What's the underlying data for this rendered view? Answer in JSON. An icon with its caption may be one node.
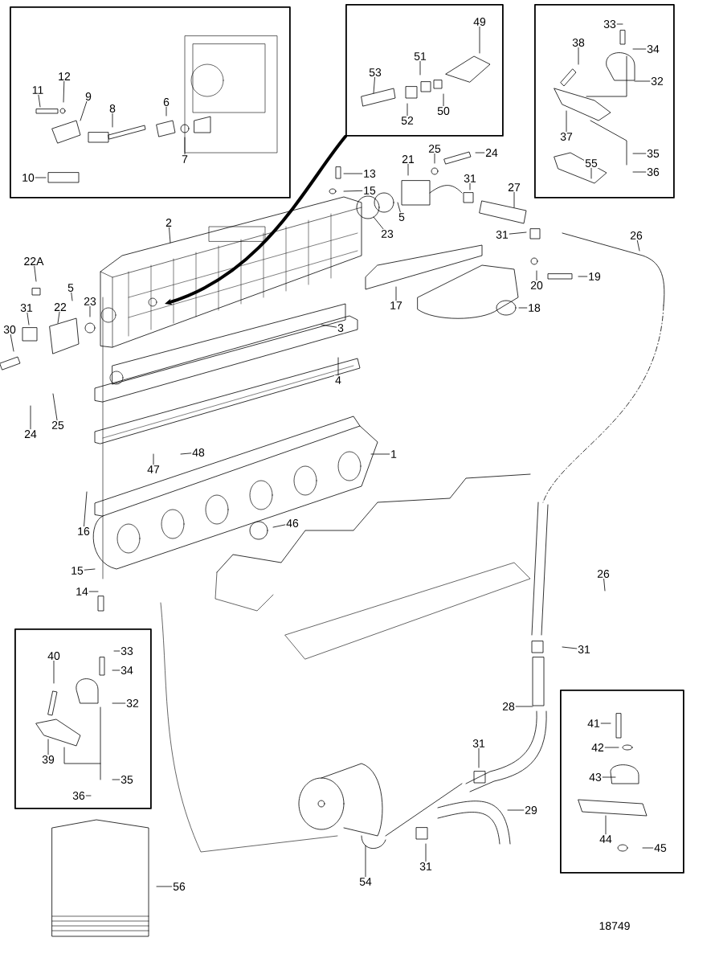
{
  "diagram": {
    "nodes": [
      {
        "text": [],
        "shape": "box"
      },
      {
        "text": [
          "11"
        ],
        "in": 0
      },
      {
        "text": [
          "12"
        ],
        "in": 0
      },
      {
        "text": [
          "9"
        ],
        "in": 0
      },
      {
        "text": [
          "8"
        ],
        "in": 0
      },
      {
        "text": [
          "6"
        ],
        "in": 0
      },
      {
        "text": [
          "7"
        ],
        "in": 0
      },
      {
        "text": [
          "10"
        ],
        "in": 0
      },
      {
        "text": [],
        "shape": "box"
      },
      {
        "text": [
          "49"
        ],
        "in": 8
      },
      {
        "text": [
          "51"
        ],
        "in": 8
      },
      {
        "text": [
          "53"
        ],
        "in": 8
      },
      {
        "text": [
          "52"
        ],
        "in": 8
      },
      {
        "text": [
          "50"
        ],
        "in": 8
      },
      {
        "text": [],
        "shape": "box"
      },
      {
        "text": [
          "33"
        ],
        "in": 14
      },
      {
        "text": [
          "34"
        ],
        "in": 14
      },
      {
        "text": [
          "38"
        ],
        "in": 14
      },
      {
        "text": [
          "32"
        ],
        "in": 14
      },
      {
        "text": [
          "37"
        ],
        "in": 14
      },
      {
        "text": [
          "35"
        ],
        "in": 14
      },
      {
        "text": [
          "55"
        ],
        "in": 14
      },
      {
        "text": [
          "36"
        ],
        "in": 14
      },
      {
        "text": [
          "13"
        ]
      },
      {
        "text": [
          "15"
        ]
      },
      {
        "text": [
          "21"
        ]
      },
      {
        "text": [
          "25"
        ]
      },
      {
        "text": [
          "24"
        ]
      },
      {
        "text": [
          "31"
        ]
      },
      {
        "text": [
          "5"
        ]
      },
      {
        "text": [
          "23"
        ]
      },
      {
        "text": [
          "27"
        ]
      },
      {
        "text": [
          "31"
        ]
      },
      {
        "text": [
          "26"
        ]
      },
      {
        "text": [
          "2"
        ]
      },
      {
        "text": [
          "22A"
        ]
      },
      {
        "text": [
          "5"
        ]
      },
      {
        "text": [
          "22"
        ]
      },
      {
        "text": [
          "31"
        ]
      },
      {
        "text": [
          "30"
        ]
      },
      {
        "text": [
          "23"
        ]
      },
      {
        "text": [
          "3"
        ]
      },
      {
        "text": [
          "17"
        ]
      },
      {
        "text": [
          "20"
        ]
      },
      {
        "text": [
          "19"
        ]
      },
      {
        "text": [
          "18"
        ]
      },
      {
        "text": [
          "4"
        ]
      },
      {
        "text": [
          "24"
        ]
      },
      {
        "text": [
          "25"
        ]
      },
      {
        "text": [
          "48"
        ]
      },
      {
        "text": [
          "47"
        ]
      },
      {
        "text": [
          "1"
        ]
      },
      {
        "text": [
          "16"
        ]
      },
      {
        "text": [
          "46"
        ]
      },
      {
        "text": [
          "15"
        ]
      },
      {
        "text": [
          "14"
        ]
      },
      {
        "text": [
          "26"
        ]
      },
      {
        "text": [
          "31"
        ]
      },
      {
        "text": [
          "28"
        ]
      },
      {
        "text": [],
        "shape": "box"
      },
      {
        "text": [
          "40"
        ],
        "in": 59
      },
      {
        "text": [
          "33"
        ],
        "in": 59
      },
      {
        "text": [
          "34"
        ],
        "in": 59
      },
      {
        "text": [
          "32"
        ],
        "in": 59
      },
      {
        "text": [
          "39"
        ],
        "in": 59
      },
      {
        "text": [
          "35"
        ],
        "in": 59
      },
      {
        "text": [
          "36"
        ],
        "in": 59
      },
      {
        "text": [
          "31"
        ]
      },
      {
        "text": [
          "29"
        ]
      },
      {
        "text": [
          "31"
        ]
      },
      {
        "text": [
          "54"
        ]
      },
      {
        "text": [
          "56"
        ]
      },
      {
        "text": [],
        "shape": "box"
      },
      {
        "text": [
          "41"
        ],
        "in": 72
      },
      {
        "text": [
          "42"
        ],
        "in": 72
      },
      {
        "text": [
          "43"
        ],
        "in": 72
      },
      {
        "text": [
          "44"
        ],
        "in": 72
      },
      {
        "text": [
          "45"
        ],
        "in": 72
      }
    ],
    "edges": [
      {
        "from": 1,
        "to": null,
        "arrow": "none"
      },
      {
        "from": 2,
        "to": null,
        "arrow": "none"
      },
      {
        "from": 3,
        "to": null,
        "arrow": "none"
      },
      {
        "from": 4,
        "to": null,
        "arrow": "none"
      },
      {
        "from": 5,
        "to": null,
        "arrow": "none"
      },
      {
        "from": 6,
        "to": null,
        "arrow": "none"
      },
      {
        "from": 7,
        "to": null,
        "arrow": "none"
      },
      {
        "from": 9,
        "to": null,
        "arrow": "none"
      },
      {
        "from": 10,
        "to": null,
        "arrow": "none"
      },
      {
        "from": 11,
        "to": null,
        "arrow": "none"
      },
      {
        "from": 12,
        "to": null,
        "arrow": "none"
      },
      {
        "from": 13,
        "to": null,
        "arrow": "none"
      },
      {
        "from": 15,
        "to": null,
        "arrow": "none"
      },
      {
        "from": 16,
        "to": null,
        "arrow": "none"
      },
      {
        "from": 17,
        "to": null,
        "arrow": "none"
      },
      {
        "from": 18,
        "to": null,
        "arrow": "none"
      },
      {
        "from": 19,
        "to": null,
        "arrow": "none"
      },
      {
        "from": 20,
        "to": null,
        "arrow": "none"
      },
      {
        "from": 21,
        "to": null,
        "arrow": "none"
      },
      {
        "from": 22,
        "to": null,
        "arrow": "none"
      },
      {
        "from": 23,
        "to": null,
        "arrow": "none"
      },
      {
        "from": 24,
        "to": null,
        "arrow": "none"
      },
      {
        "from": 25,
        "to": null,
        "arrow": "none"
      },
      {
        "from": 26,
        "to": null,
        "arrow": "none"
      },
      {
        "from": 27,
        "to": null,
        "arrow": "none"
      },
      {
        "from": 28,
        "to": null,
        "arrow": "none"
      },
      {
        "from": 29,
        "to": null,
        "arrow": "none"
      },
      {
        "from": 30,
        "to": null,
        "arrow": "none"
      },
      {
        "from": 31,
        "to": null,
        "arrow": "none"
      },
      {
        "from": 32,
        "to": null,
        "arrow": "none"
      },
      {
        "from": 33,
        "to": null,
        "arrow": "none"
      },
      {
        "from": 34,
        "to": null,
        "arrow": "none"
      },
      {
        "from": 35,
        "to": null,
        "arrow": "none"
      },
      {
        "from": 36,
        "to": null,
        "arrow": "none"
      },
      {
        "from": 37,
        "to": null,
        "arrow": "none"
      },
      {
        "from": 38,
        "to": null,
        "arrow": "none"
      },
      {
        "from": 39,
        "to": null,
        "arrow": "none"
      },
      {
        "from": 40,
        "to": null,
        "arrow": "none"
      },
      {
        "from": 41,
        "to": null,
        "arrow": "none"
      },
      {
        "from": 42,
        "to": null,
        "arrow": "none"
      },
      {
        "from": 43,
        "to": null,
        "arrow": "none"
      },
      {
        "from": 44,
        "to": null,
        "arrow": "none"
      },
      {
        "from": 45,
        "to": null,
        "arrow": "none"
      },
      {
        "from": 46,
        "to": null,
        "arrow": "none"
      },
      {
        "from": 47,
        "to": null,
        "arrow": "none"
      },
      {
        "from": 48,
        "to": null,
        "arrow": "none"
      },
      {
        "from": 49,
        "to": null,
        "arrow": "none"
      },
      {
        "from": 50,
        "to": null,
        "arrow": "none"
      },
      {
        "from": 51,
        "to": null,
        "arrow": "none"
      },
      {
        "from": 52,
        "to": null,
        "arrow": "none"
      },
      {
        "from": 53,
        "to": null,
        "arrow": "none"
      },
      {
        "from": 54,
        "to": null,
        "arrow": "none"
      },
      {
        "from": 55,
        "to": null,
        "arrow": "none"
      },
      {
        "from": 56,
        "to": null,
        "arrow": "none"
      },
      {
        "from": 57,
        "to": null,
        "arrow": "none"
      },
      {
        "from": 58,
        "to": null,
        "arrow": "none"
      },
      {
        "from": 60,
        "to": null,
        "arrow": "none"
      },
      {
        "from": 61,
        "to": null,
        "arrow": "none"
      },
      {
        "from": 62,
        "to": null,
        "arrow": "none"
      },
      {
        "from": 63,
        "to": null,
        "arrow": "none"
      },
      {
        "from": 64,
        "to": null,
        "arrow": "none"
      },
      {
        "from": 65,
        "to": null,
        "arrow": "none"
      },
      {
        "from": 66,
        "to": null,
        "arrow": "none"
      },
      {
        "from": 67,
        "to": null,
        "arrow": "none"
      },
      {
        "from": 68,
        "to": null,
        "arrow": "none"
      },
      {
        "from": 69,
        "to": null,
        "arrow": "none"
      },
      {
        "from": 70,
        "to": null,
        "arrow": "none"
      },
      {
        "from": 71,
        "to": null,
        "arrow": "none"
      },
      {
        "from": 73,
        "to": null,
        "arrow": "none"
      },
      {
        "from": 74,
        "to": null,
        "arrow": "none"
      },
      {
        "from": 75,
        "to": null,
        "arrow": "none"
      },
      {
        "from": 76,
        "to": null,
        "arrow": "none"
      },
      {
        "from": 77,
        "to": null,
        "arrow": "none"
      },
      {
        "from": 8,
        "to": null,
        "arrow": "to",
        "style": "thick"
      }
    ],
    "labels": [
      "18749"
    ]
  }
}
